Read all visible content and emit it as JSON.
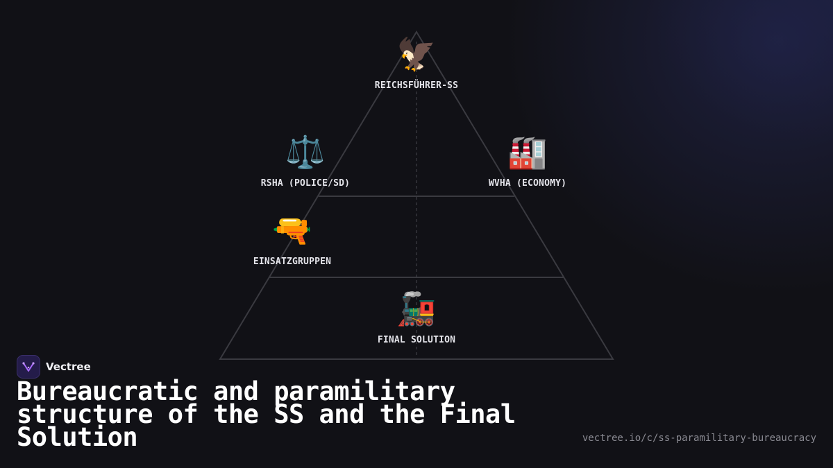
{
  "diagram": {
    "nodes": [
      {
        "id": "reichsfuhrer",
        "icon": "🦅",
        "icon_name": "eagle-icon",
        "label": "REICHSFÜHRER-SS"
      },
      {
        "id": "rsha",
        "icon": "⚖️",
        "icon_name": "scales-icon",
        "label": "RSHA (POLICE/SD)"
      },
      {
        "id": "wvha",
        "icon": "🏭",
        "icon_name": "factory-icon",
        "label": "WVHA (ECONOMY)"
      },
      {
        "id": "einsatzgruppen",
        "icon": "🔫",
        "icon_name": "pistol-icon",
        "label": "EINSATZGRUPPEN"
      },
      {
        "id": "final-solution",
        "icon": "🚂",
        "icon_name": "locomotive-icon",
        "label": "FINAL SOLUTION"
      }
    ]
  },
  "brand": {
    "name": "Vectree",
    "logo_icon": "vectree-logo-icon"
  },
  "title": "Bureaucratic and paramilitary structure of the SS and the Final Solution",
  "url": "vectree.io/c/ss-paramilitary-bureaucracy",
  "colors": {
    "background": "#111116",
    "pyramid_stroke": "#3a3a40",
    "brand_logo_bg": "#241c4a",
    "brand_accent": "#a86bff",
    "title": "#ffffff",
    "url": "#8a8a92"
  }
}
